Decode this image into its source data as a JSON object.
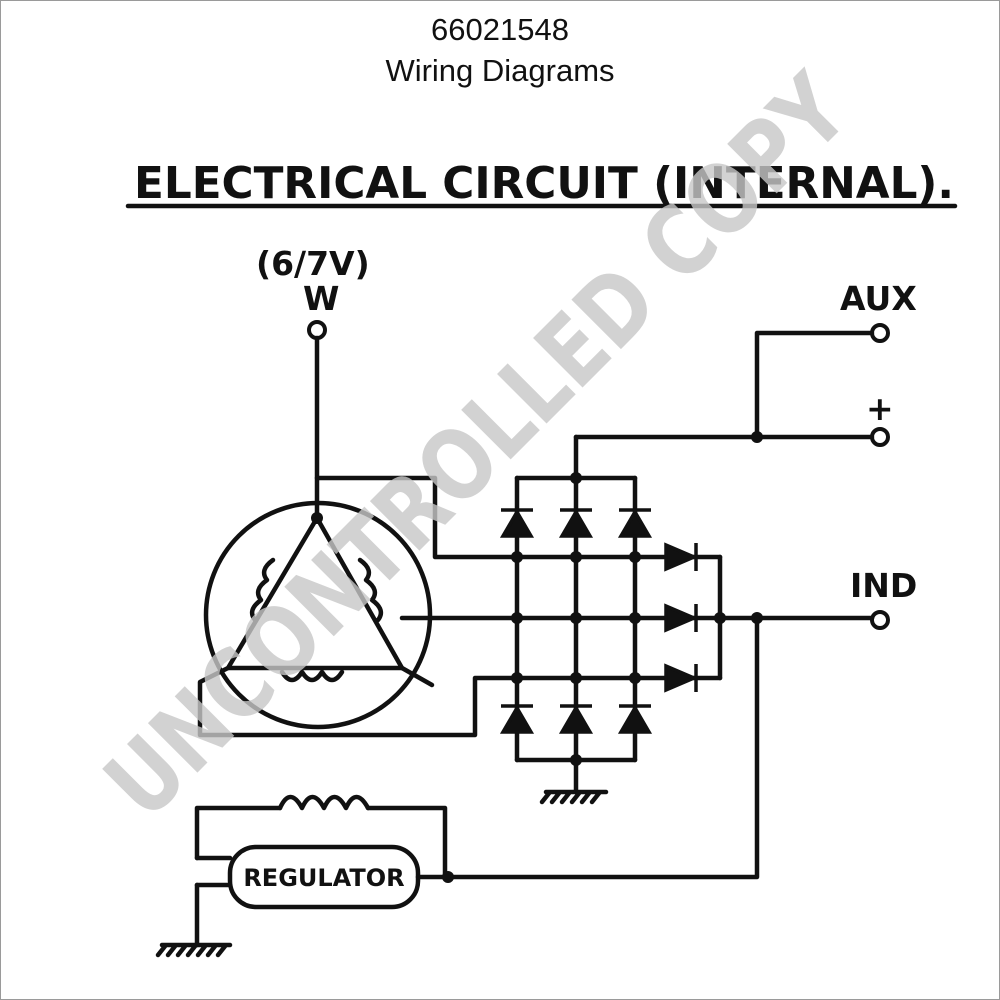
{
  "header": {
    "doc_number": "66021548",
    "subtitle": "Wiring Diagrams"
  },
  "diagram": {
    "heading": "ELECTRICAL CIRCUIT (INTERNAL).",
    "terminals": {
      "w_voltage": "(6/7V)",
      "w_label": "W",
      "aux_label": "AUX",
      "positive_label": "+",
      "ind_label": "IND"
    },
    "regulator_label": "REGULATOR"
  },
  "watermark": "UNCONTROLLED COPY",
  "colors": {
    "ink": "#111111",
    "watermark": "#c8c8c8",
    "background": "#ffffff"
  }
}
